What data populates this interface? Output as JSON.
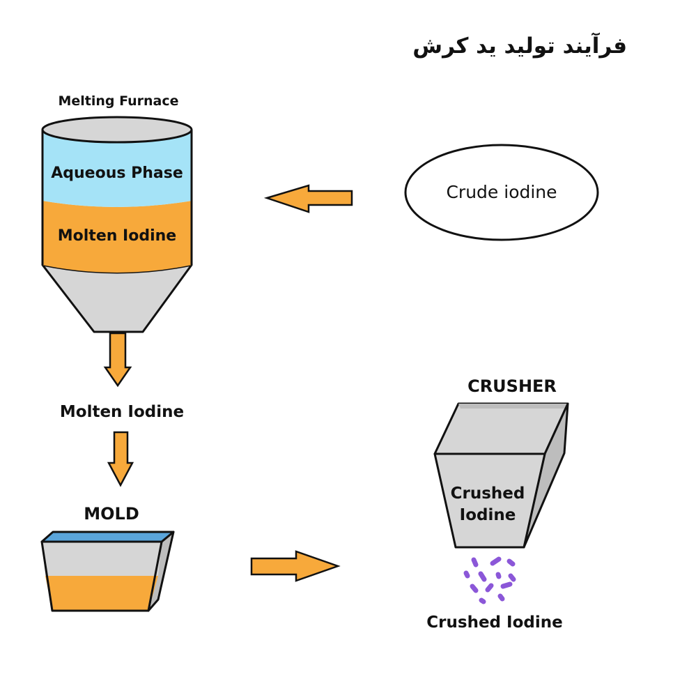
{
  "title": "فرآیند تولید ید کرش",
  "furnace": {
    "label": "Melting Furnace",
    "upper_layer": "Aqueous Phase",
    "lower_layer": "Molten Iodine"
  },
  "crude": {
    "label": "Crude iodine"
  },
  "molten_stream": {
    "label": "Molten Iodine"
  },
  "mold": {
    "label": "MOLD"
  },
  "crusher": {
    "label": "CRUSHER",
    "inner_line1": "Crushed",
    "inner_line2": "Iodine"
  },
  "output": {
    "label": "Crushed Iodine"
  },
  "colors": {
    "arrow": "#F7A93B",
    "aqueous": "#A5E3F7",
    "molten": "#F7A93B",
    "steel": "#D6D6D6",
    "steel_dark": "#BDBDBD",
    "mold_top": "#5AA5DB",
    "particles": "#8B57D8"
  }
}
